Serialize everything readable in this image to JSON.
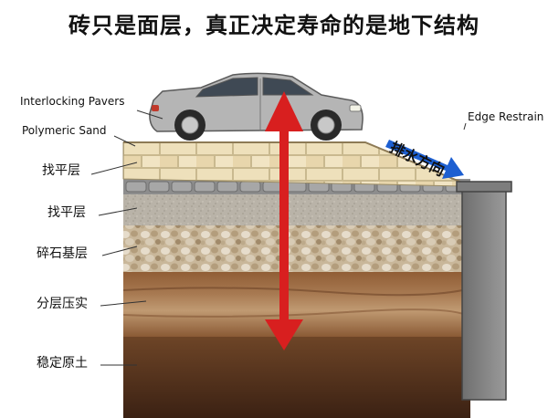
{
  "title": "砖只是面层，真正决定寿命的是地下结构",
  "labels": {
    "interlocking_pavers": "Interlocking Pavers",
    "polymeric_sand": "Polymeric Sand",
    "leveling_1": "找平层",
    "leveling_2": "找平层",
    "gravel_base": "碎石基层",
    "compacted_layers": "分层压实",
    "stable_soil": "稳定原土",
    "edge_restraint": "Edge Restrain",
    "drainage_direction": "排水方向"
  },
  "colors": {
    "arrow_red": "#d81f1f",
    "drain_arrow_blue": "#1d5fd1",
    "car_body": "#b3b3b3",
    "brick": "#ecdcb4",
    "soil_dark": "#4a2c18"
  }
}
